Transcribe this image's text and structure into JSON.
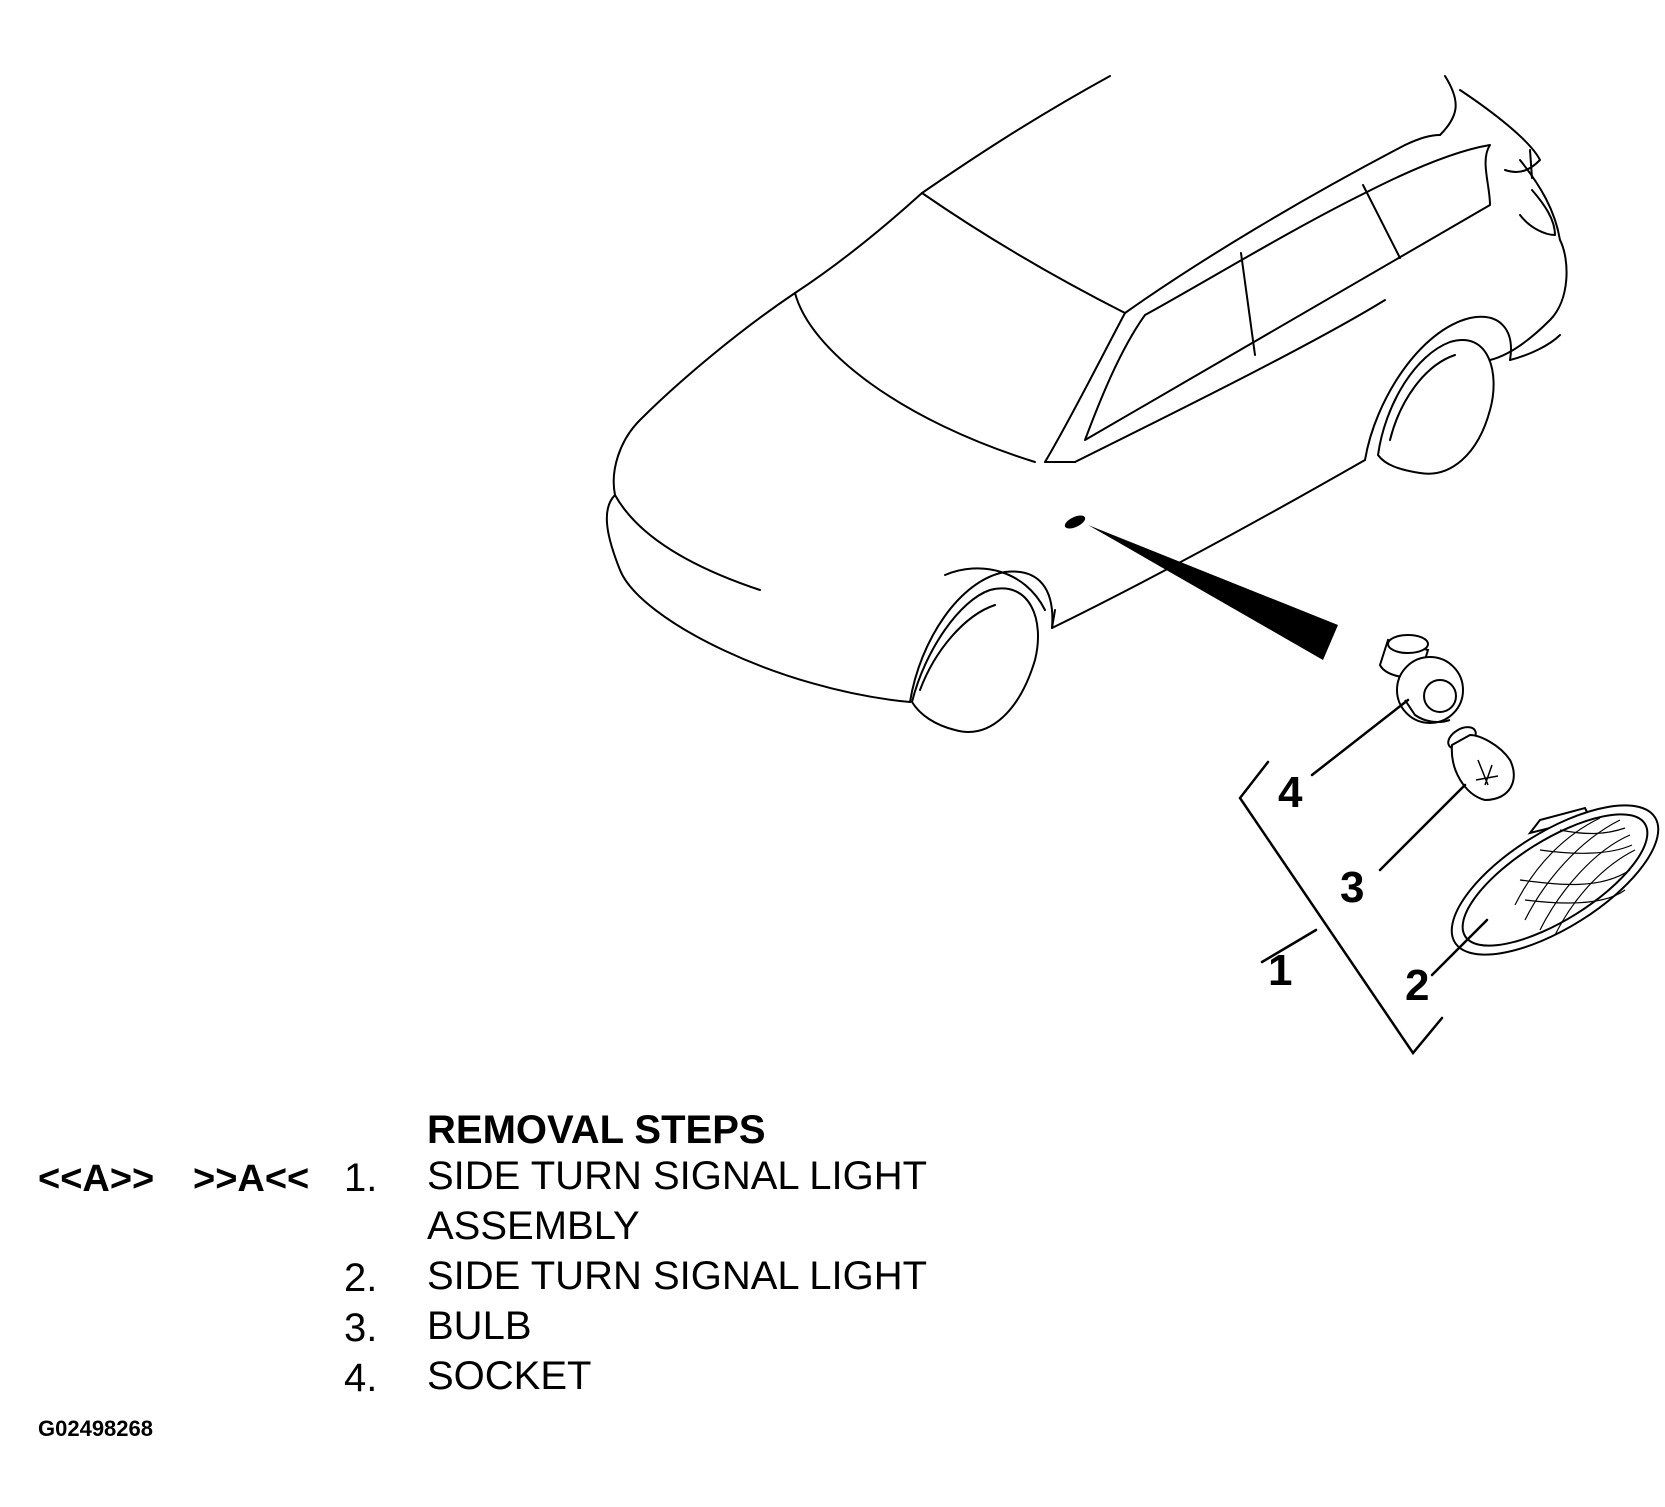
{
  "callouts": {
    "assembly": "1",
    "light": "2",
    "bulb": "3",
    "socket": "4"
  },
  "removal": {
    "title": "REMOVAL STEPS",
    "code_removal": "<<A>>",
    "code_install": ">>A<<",
    "steps": [
      {
        "number": "1.",
        "line1": "SIDE TURN SIGNAL LIGHT",
        "line2": "ASSEMBLY"
      },
      {
        "number": "2.",
        "line1": "SIDE TURN SIGNAL LIGHT"
      },
      {
        "number": "3.",
        "line1": "BULB"
      },
      {
        "number": "4.",
        "line1": "SOCKET"
      }
    ]
  },
  "figure_id": "G02498268"
}
